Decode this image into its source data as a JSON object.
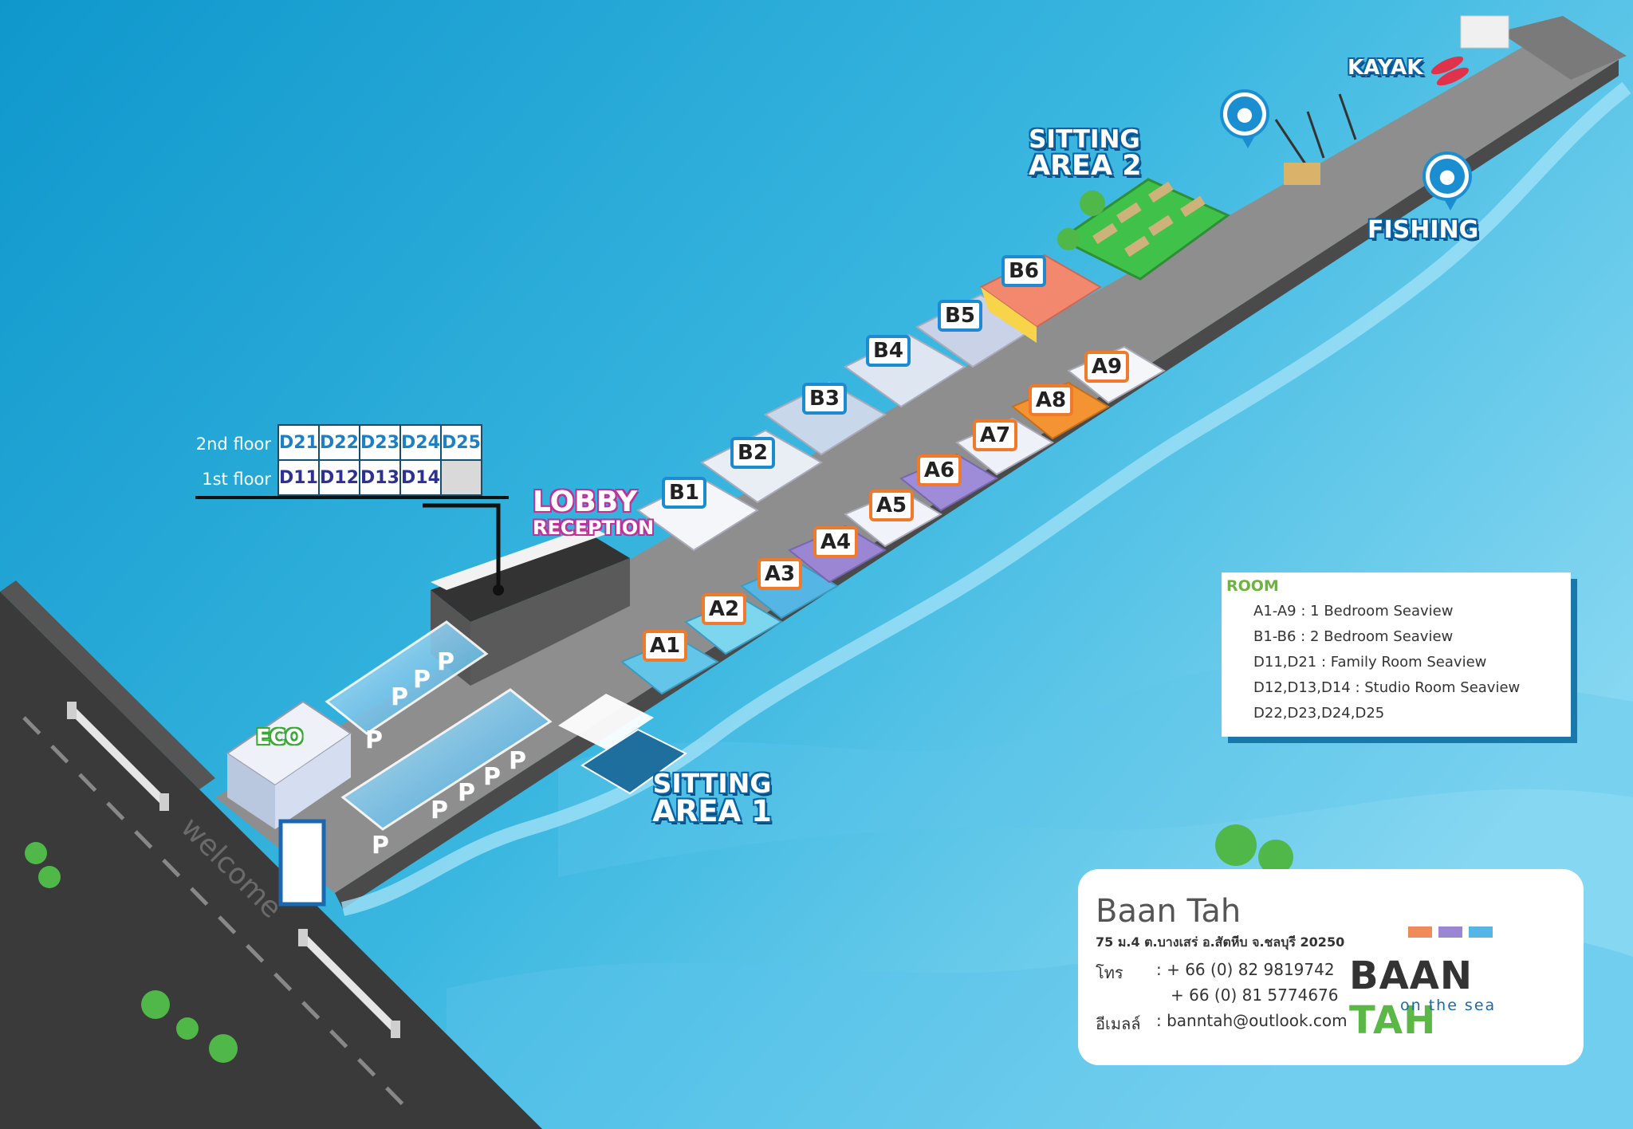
{
  "labels": {
    "sitting_area_1_line1": "SITTING",
    "sitting_area_1_line2": "AREA 1",
    "sitting_area_2_line1": "SITTING",
    "sitting_area_2_line2": "AREA 2",
    "kayak": "KAYAK",
    "fishing": "FISHING",
    "lobby": "LOBBY",
    "reception": "RECEPTION",
    "eco": "ECO",
    "welcome": "welcome",
    "parking": "P"
  },
  "rooms_a": [
    "A1",
    "A2",
    "A3",
    "A4",
    "A5",
    "A6",
    "A7",
    "A8",
    "A9"
  ],
  "rooms_b": [
    "B1",
    "B2",
    "B3",
    "B4",
    "B5",
    "B6"
  ],
  "floors": {
    "second_label": "2nd  floor",
    "first_label": "1st  floor",
    "second": [
      "D21",
      "D22",
      "D23",
      "D24",
      "D25"
    ],
    "first": [
      "D11",
      "D12",
      "D13",
      "D14",
      ""
    ]
  },
  "legend": {
    "title": "ROOM",
    "rows": [
      "A1-A9   :   1 Bedroom Seaview",
      "B1-B6   :   2 Bedroom Seaview",
      "D11,D21   :   Family Room Seaview",
      "D12,D13,D14   :   Studio Room Seaview",
      "D22,D23,D24,D25"
    ]
  },
  "info": {
    "name": "Baan Tah",
    "address": "75 ม.4 ต.บางเสร่ อ.สัตหีบ จ.ชลบุรี 20250",
    "phone_label": "โทร",
    "phone1": ": + 66 (0) 82 9819742",
    "phone2": "+ 66 (0) 81 5774676",
    "email_label": "อีเมลล์",
    "email": ":  banntah@outlook.com"
  },
  "logo": {
    "brand_left": "BAAN",
    "brand_right": "TAH",
    "tagline": "on the sea"
  },
  "colors": {
    "sea": "#2aa9d6",
    "sea_light": "#72cfee",
    "road": "#3a3a3a",
    "pier": "#8a8a8a",
    "lobby_label": "#c2309a",
    "eco_label": "#3aa935",
    "tag_blue": "#1d8bd0",
    "tag_orange": "#ef7a2c",
    "legend_title": "#6db33f"
  }
}
